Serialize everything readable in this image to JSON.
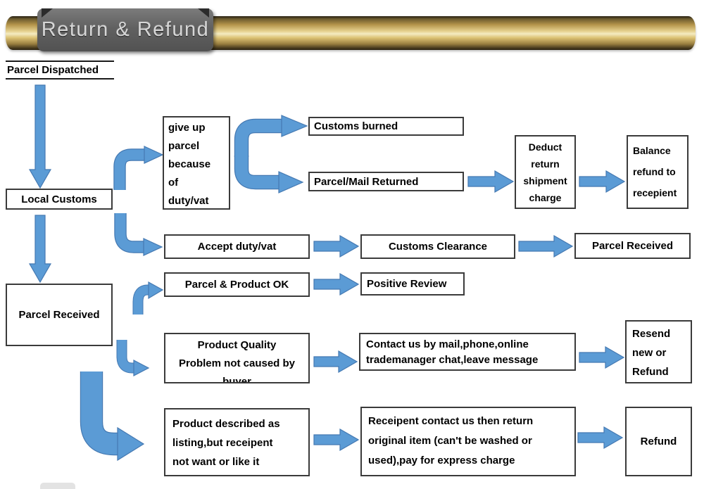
{
  "header": {
    "title": "Return & Refund"
  },
  "colors": {
    "bar_gold": "#cfa94f",
    "tab_gray": "#5d5d5d",
    "arrow_fill": "#5b9bd5",
    "arrow_outline": "#4579b2",
    "box_border": "#3b3b3b",
    "box_bg": "#ffffff",
    "text": "#000000"
  },
  "flow": {
    "start": "Parcel Dispatched",
    "nodes": {
      "local_customs": "Local Customs",
      "parcel_received": "Parcel Received",
      "give_up_parcel": "give up\nparcel\nbecause\nof\nduty/vat",
      "customs_burned": "Customs burned",
      "parcel_mail_returned": "Parcel/Mail Returned",
      "deduct_return": "Deduct\nreturn\nshipment\ncharge",
      "balance_refund": "Balance\nrefund to\nrecepient",
      "accept_duty": "Accept duty/vat",
      "customs_clearance": "Customs Clearance",
      "parcel_received_final": "Parcel Received",
      "parcel_product_ok": "Parcel & Product OK",
      "positive_review": "Positive Review",
      "product_quality": "Product Quality\nProblem not caused by\nbuyer",
      "contact_us": "Contact us by mail,phone,online\ntrademanager chat,leave message",
      "resend_or_refund": "Resend\nnew or\nRefund",
      "product_described": "Product described as\nlisting,but receipent\nnot want or like it",
      "receipent_contact": "Receipent contact us then return\noriginal item (can't be washed or\nused),pay for express charge",
      "refund": "Refund"
    }
  }
}
